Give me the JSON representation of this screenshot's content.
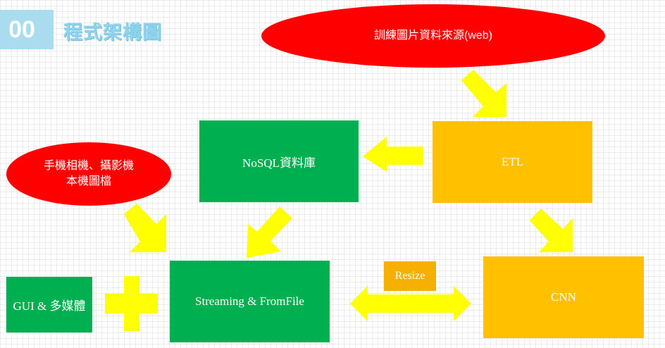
{
  "header": {
    "number": "00",
    "title": "程式架構圖"
  },
  "nodes": {
    "source_web": "訓練圖片資料來源(web)",
    "source_device_line1": "手機相機、攝影機",
    "source_device_line2": "本機圖檔",
    "nosql": "NoSQL資料庫",
    "etl": "ETL",
    "streaming": "Streaming & FromFile",
    "gui": "GUI & 多媒體",
    "cnn": "CNN",
    "resize": "Resize"
  },
  "colors": {
    "ellipse": "#ff0000",
    "green": "#00b050",
    "orange": "#ffc000",
    "arrow": "#ffff00",
    "title": "#8fd3ec",
    "badge": "#a9dcef"
  }
}
